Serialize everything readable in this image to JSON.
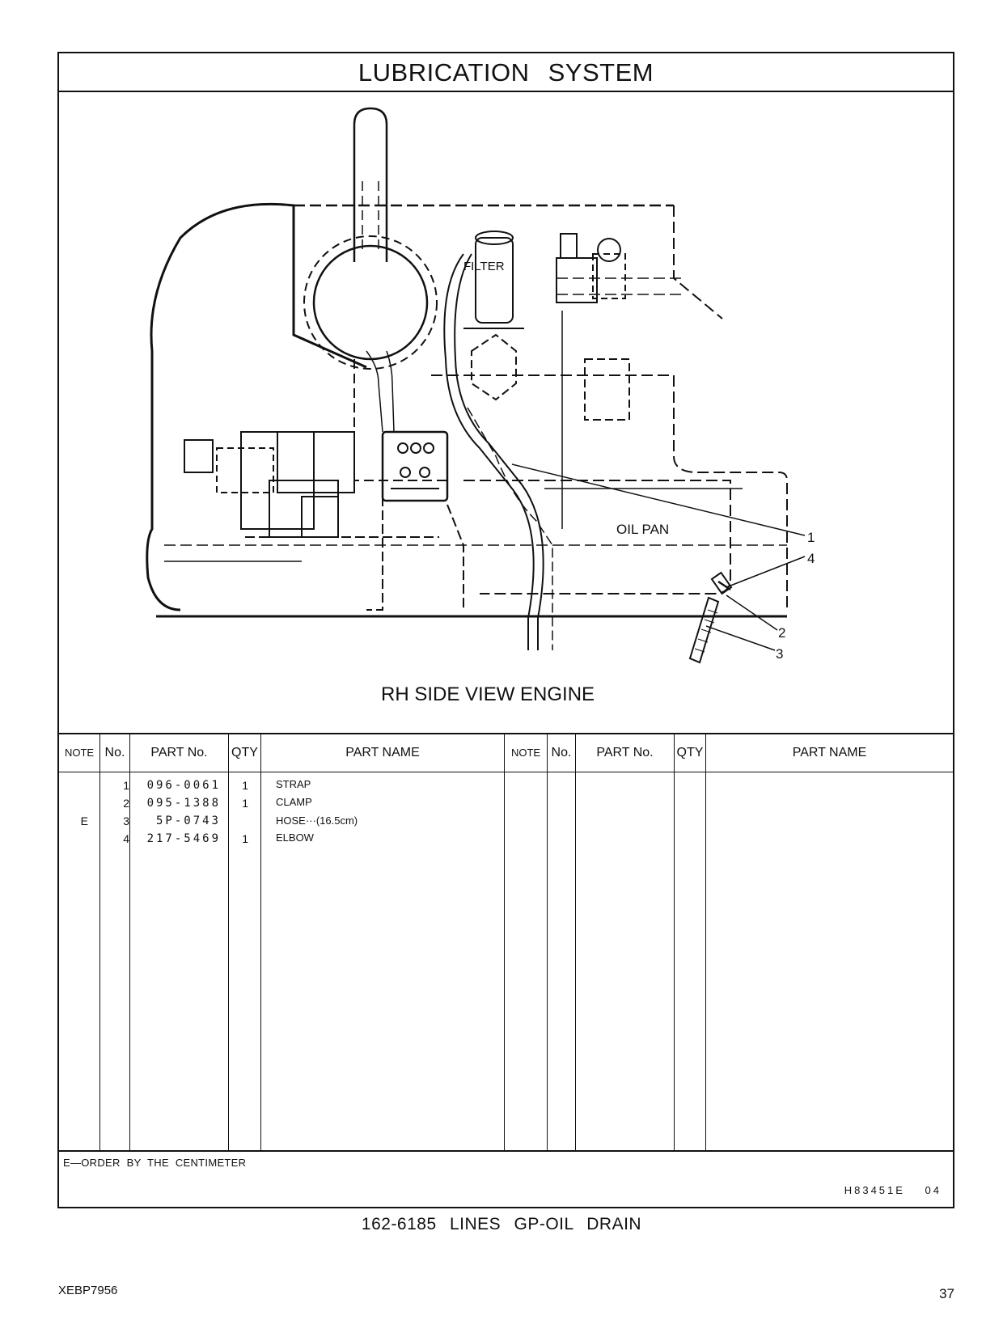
{
  "title": "LUBRICATION SYSTEM",
  "diagram": {
    "view_title": "RH SIDE VIEW ENGINE",
    "label_filter": "FILTER",
    "label_oil_pan": "OIL PAN",
    "callouts": [
      "1",
      "4",
      "2",
      "3"
    ]
  },
  "table": {
    "headers": {
      "note": "NOTE",
      "no": "No.",
      "part_no": "PART No.",
      "qty": "QTY",
      "part_name": "PART NAME"
    },
    "rows": [
      {
        "note": "",
        "no": "1",
        "part_no": "096-0061",
        "qty": "1",
        "part_name": "STRAP"
      },
      {
        "note": "",
        "no": "2",
        "part_no": "095-1388",
        "qty": "1",
        "part_name": "CLAMP"
      },
      {
        "note": "E",
        "no": "3",
        "part_no": "5P-0743",
        "qty": "",
        "part_name": "HOSE···(16.5cm)"
      },
      {
        "note": "",
        "no": "4",
        "part_no": "217-5469",
        "qty": "1",
        "part_name": "ELBOW"
      }
    ]
  },
  "footnote": "E—ORDER BY THE CENTIMETER",
  "reference_code": "H83451E 04",
  "group_caption": "162-6185 LINES GP-OIL DRAIN",
  "document_id": "XEBP7956",
  "page_number": "37"
}
